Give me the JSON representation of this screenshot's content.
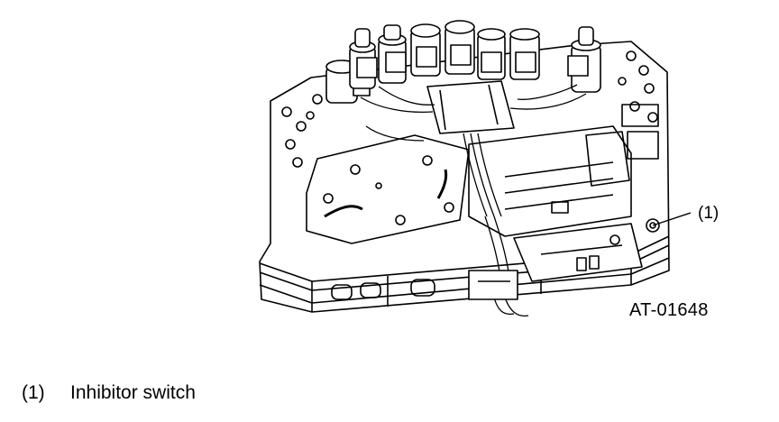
{
  "diagram": {
    "callout": "(1)",
    "figure_id": "AT-01648"
  },
  "legend": {
    "items": [
      {
        "number": "(1)",
        "label": "Inhibitor switch"
      }
    ]
  }
}
